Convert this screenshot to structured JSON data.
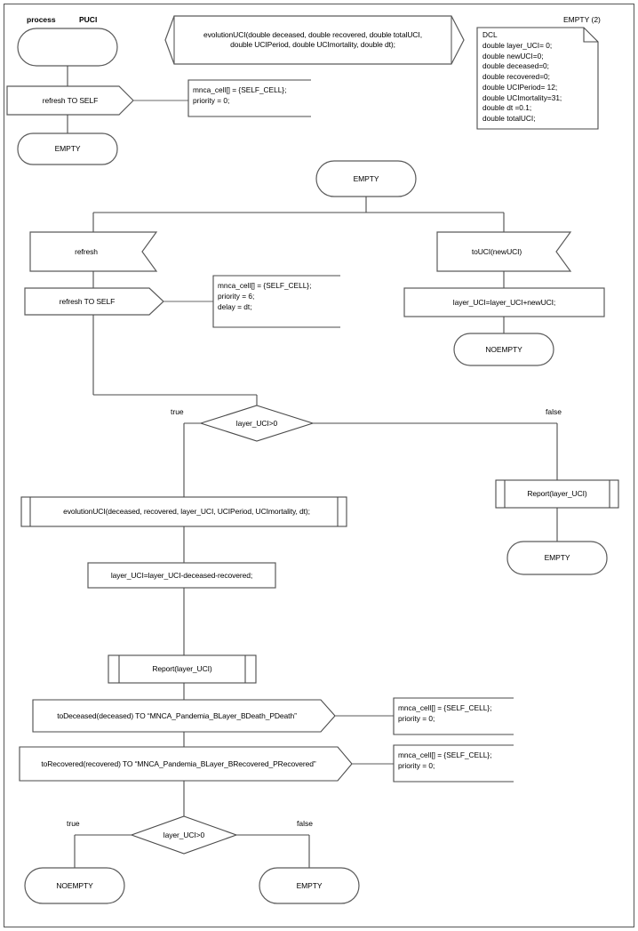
{
  "diagram": {
    "type": "sdl-process-flowchart",
    "page_label": "EMPTY (2)",
    "header_keyword": "process",
    "header_name": "PUCI"
  },
  "procedure_header": {
    "text": "evolutionUCI(double deceased, double recovered, double totalUCI,\ndouble UCIPeriod, double UCImortality, double dt);"
  },
  "declarations": {
    "title": "DCL",
    "text": "DCL\ndouble layer_UCI= 0;\ndouble newUCI=0;\ndouble deceased=0;\ndouble recovered=0;\ndouble UCIPeriod= 12;\ndouble UCImortality=31;\ndouble dt =0.1;\ndouble totalUCI;"
  },
  "start_branch": {
    "start_state": "",
    "output_refresh_self": "refresh TO SELF",
    "note": "mnca_cell[] = {SELF_CELL};\npriority = 0;",
    "next_state": "EMPTY"
  },
  "empty_state": {
    "label": "EMPTY"
  },
  "left_branch": {
    "input_signal": "refresh",
    "output_signal": "refresh TO SELF",
    "note": "mnca_cell[] = {SELF_CELL};\npriority = 6;\ndelay = dt;"
  },
  "right_branch": {
    "input_signal": "toUCI(newUCI)",
    "task": "layer_UCI=layer_UCI+newUCI;",
    "state": "NOEMPTY"
  },
  "decision_top": {
    "condition": "layer_UCI>0",
    "true_label": "true",
    "false_label": "false"
  },
  "true_path": {
    "procedure_call": "evolutionUCI(deceased, recovered, layer_UCI, UCIPeriod, UCImortality, dt);",
    "task": "layer_UCI=layer_UCI-deceased-recovered;",
    "report_call": "Report(layer_UCI)",
    "output_deceased": "toDeceased(deceased) TO “MNCA_Pandemia_BLayer_BDeath_PDeath”",
    "note_deceased": "mnca_cell[] = {SELF_CELL};\npriority = 0;",
    "output_recovered": "toRecovered(recovered) TO “MNCA_Pandemia_BLayer_BRecovered_PRecovered”",
    "note_recovered": "mnca_cell[] = {SELF_CELL};\npriority = 0;"
  },
  "false_path": {
    "report_call": "Report(layer_UCI)",
    "state": "EMPTY"
  },
  "decision_bottom": {
    "condition": "layer_UCI>0",
    "true_label": "true",
    "false_label": "false",
    "true_state": "NOEMPTY",
    "false_state": "EMPTY"
  },
  "colors": {
    "stroke": "#3a3a3a",
    "stroke_light": "#666666",
    "background": "#ffffff",
    "text": "#000000"
  }
}
